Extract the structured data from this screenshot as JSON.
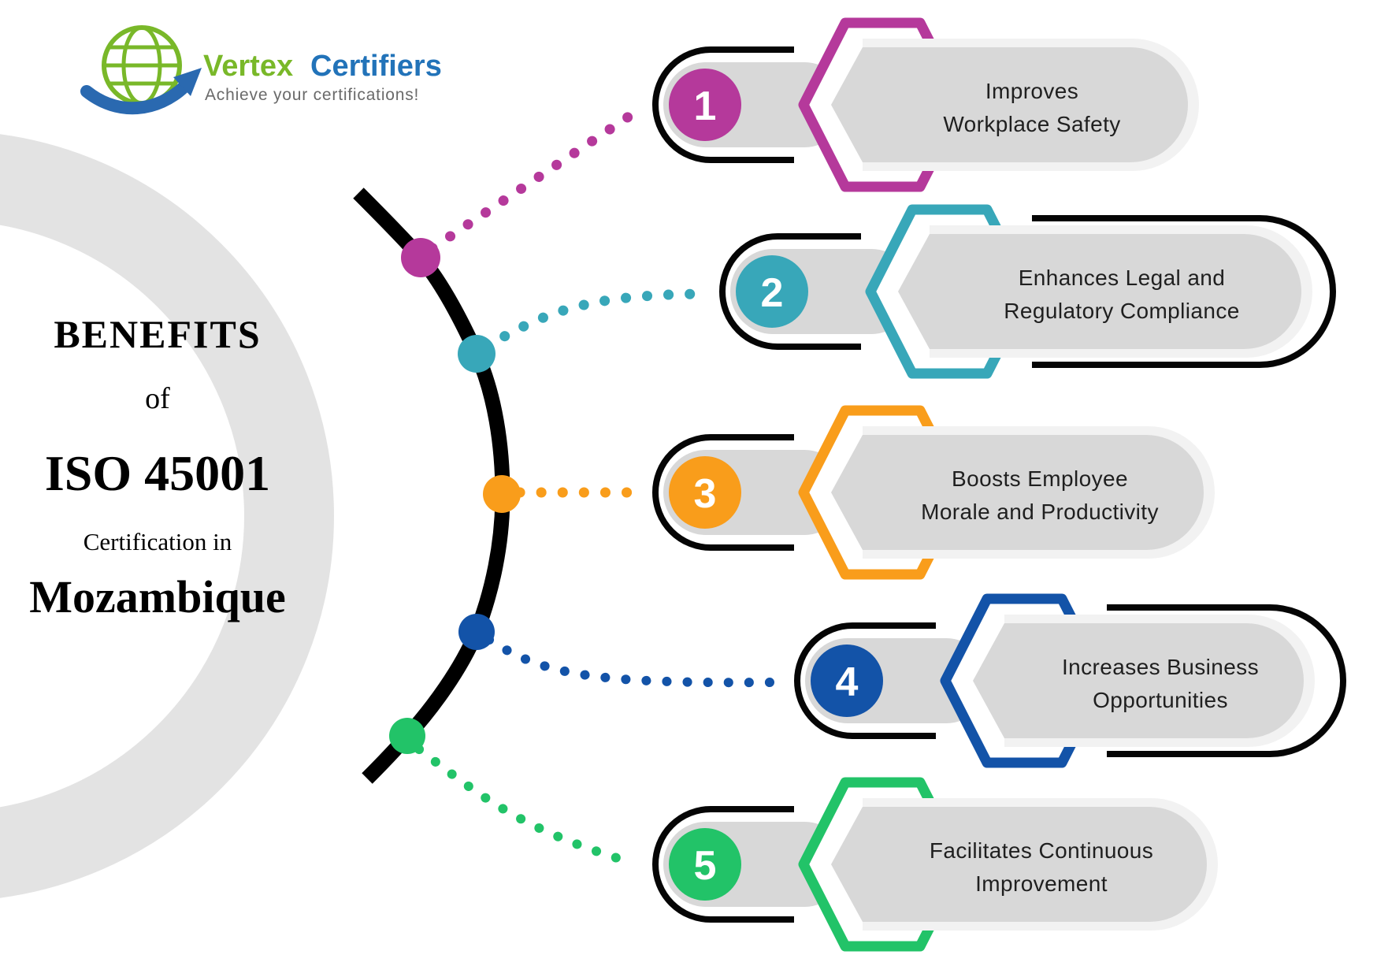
{
  "logo": {
    "brand_primary": "Vertex",
    "brand_secondary": "Certifiers",
    "tagline": "Achieve your certifications!",
    "globe_color": "#79b829",
    "arrow_color": "#2a69b0",
    "brand_primary_color": "#79b829",
    "brand_secondary_color": "#2273b9",
    "tagline_color": "#6a6a6a"
  },
  "title": {
    "line1": "BENEFITS",
    "line2": "of",
    "line3": "ISO 45001",
    "line4": "Certification in",
    "line5": "Mozambique",
    "text_color": "#000000"
  },
  "benefits": [
    {
      "number": "1",
      "color": "#b5399b",
      "title_line1": "Improves",
      "title_line2": "Workplace Safety"
    },
    {
      "number": "2",
      "color": "#38a7b9",
      "title_line1": "Enhances Legal and",
      "title_line2": "Regulatory Compliance"
    },
    {
      "number": "3",
      "color": "#f99d1b",
      "title_line1": "Boosts Employee",
      "title_line2": "Morale and Productivity"
    },
    {
      "number": "4",
      "color": "#1353a8",
      "title_line1": "Increases Business",
      "title_line2": "Opportunities"
    },
    {
      "number": "5",
      "color": "#22c368",
      "title_line1": "Facilitates Continuous",
      "title_line2": "Improvement"
    }
  ],
  "decor": {
    "ring_color": "#e3e3e3",
    "arc_color": "#000000",
    "pill_color": "#d8d8d8",
    "pill_halo_color": "#f2f2f2",
    "outline_color": "#050505",
    "card_text_color": "#1f1f1f"
  }
}
